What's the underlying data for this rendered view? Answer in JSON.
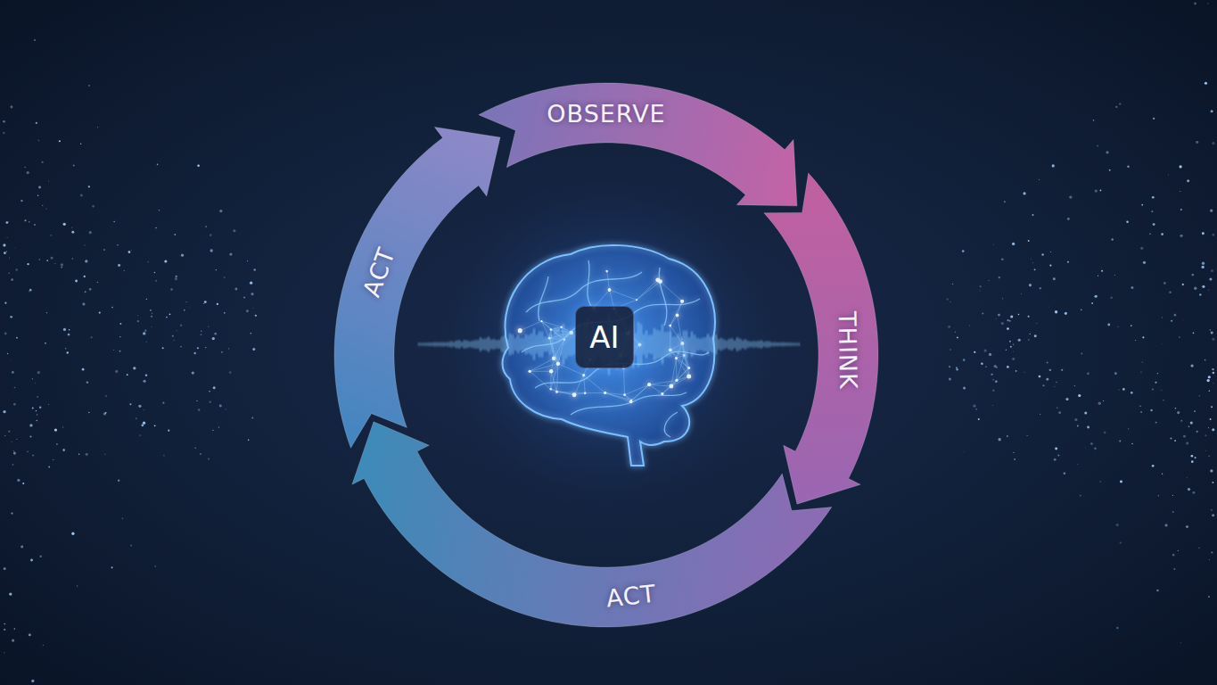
{
  "diagram": {
    "nodes": [
      {
        "text": [
          "OBSERVE"
        ]
      },
      {
        "text": [
          "THINK"
        ]
      },
      {
        "text": [
          "ACT"
        ]
      },
      {
        "text": [
          "ACT"
        ]
      },
      {
        "text": [
          "AI"
        ]
      }
    ]
  }
}
